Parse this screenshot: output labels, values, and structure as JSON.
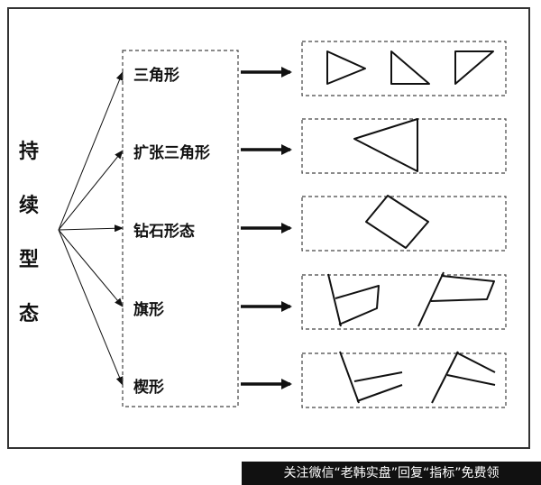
{
  "title_chars": [
    "持",
    "续",
    "型",
    "态"
  ],
  "pattern_types": [
    {
      "label": "三角形"
    },
    {
      "label": "扩张三角形"
    },
    {
      "label": "钻石形态"
    },
    {
      "label": "旗形"
    },
    {
      "label": "楔形"
    }
  ],
  "watermark": "关注微信“老韩实盘”回复“指标”免费领"
}
